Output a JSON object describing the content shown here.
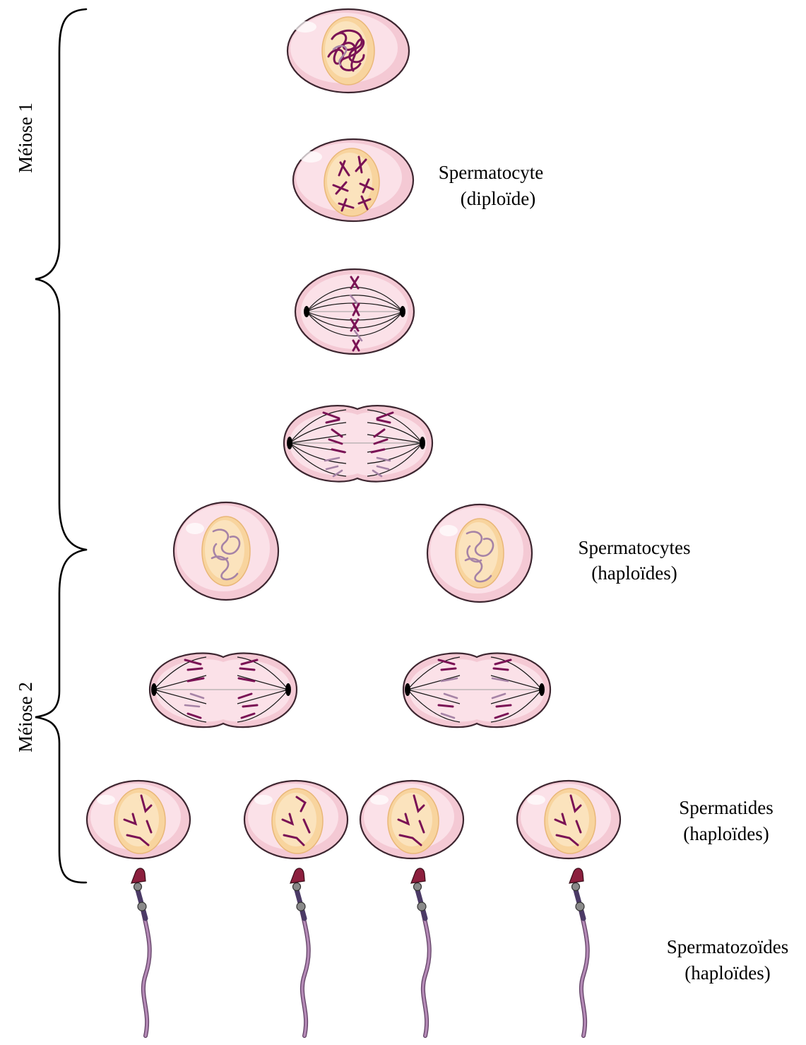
{
  "phases": {
    "meiosis1": "Méiose 1",
    "meiosis2": "Méiose 2"
  },
  "labels": {
    "spermatocyte_name": "Spermatocyte",
    "spermatocyte_ploidy": "(diploïde)",
    "spermatocytes_name": "Spermatocytes",
    "spermatocytes_ploidy": "(haploïdes)",
    "spermatides_name": "Spermatides",
    "spermatides_ploidy": "(haploïdes)",
    "spermatozoides_name": "Spermatozoïdes",
    "spermatozoides_ploidy": "(haploïdes)"
  },
  "colors": {
    "membrane": "#f4c9d4",
    "nucleus": "#f8d49e",
    "chromosome_dark": "#7a1255",
    "chromosome_light": "#a683a6",
    "sperm_head": "#8c1f3e",
    "sperm_tail": "#b48ab6"
  }
}
